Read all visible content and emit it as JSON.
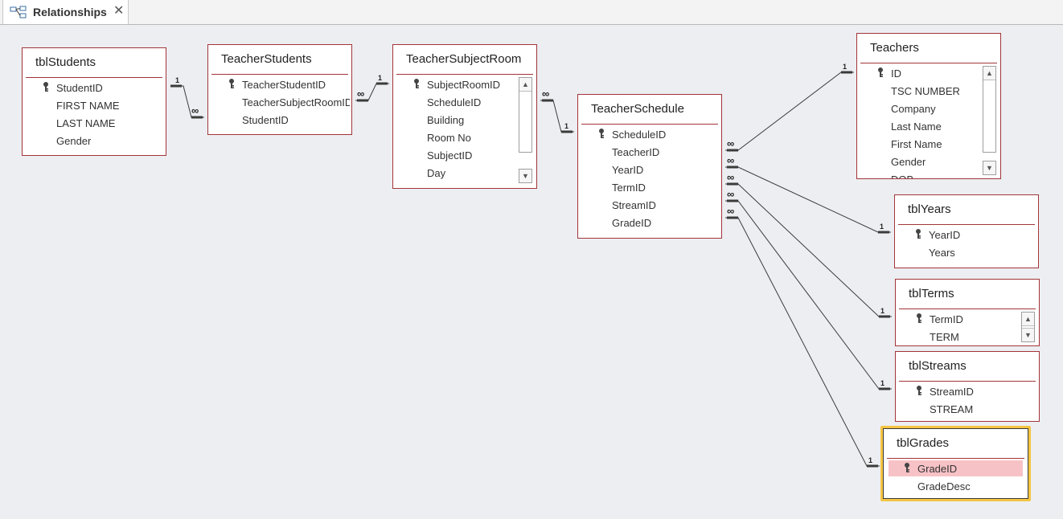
{
  "tab": {
    "label": "Relationships",
    "close": "✕"
  },
  "tables": {
    "tblStudents": {
      "title": "tblStudents",
      "fields": [
        "StudentID",
        "FIRST NAME",
        "LAST NAME",
        "Gender"
      ]
    },
    "TeacherStudents": {
      "title": "TeacherStudents",
      "fields": [
        "TeacherStudentID",
        "TeacherSubjectRoomID",
        "StudentID"
      ]
    },
    "TeacherSubjectRoom": {
      "title": "TeacherSubjectRoom",
      "fields": [
        "SubjectRoomID",
        "ScheduleID",
        "Building",
        "Room No",
        "SubjectID",
        "Day"
      ]
    },
    "TeacherSchedule": {
      "title": "TeacherSchedule",
      "fields": [
        "ScheduleID",
        "TeacherID",
        "YearID",
        "TermID",
        "StreamID",
        "GradeID"
      ]
    },
    "Teachers": {
      "title": "Teachers",
      "fields": [
        "ID",
        "TSC NUMBER",
        "Company",
        "Last Name",
        "First Name",
        "Gender",
        "DOB"
      ]
    },
    "tblYears": {
      "title": "tblYears",
      "fields": [
        "YearID",
        "Years"
      ]
    },
    "tblTerms": {
      "title": "tblTerms",
      "fields": [
        "TermID",
        "TERM"
      ]
    },
    "tblStreams": {
      "title": "tblStreams",
      "fields": [
        "StreamID",
        "STREAM"
      ]
    },
    "tblGrades": {
      "title": "tblGrades",
      "fields": [
        "GradeID",
        "GradeDesc"
      ]
    }
  },
  "join_labels": {
    "one": "1",
    "many": "∞"
  },
  "colors": {
    "table_border": "#a3343a",
    "selected_outline": "#f5c542",
    "selected_row": "#f7c2c6",
    "canvas": "#eceef1"
  }
}
